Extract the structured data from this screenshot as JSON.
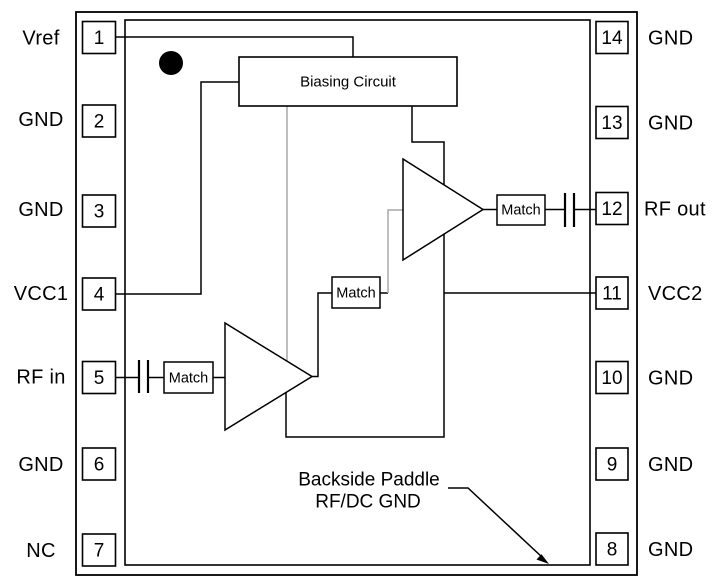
{
  "diagram": {
    "type": "ic-functional-block-diagram",
    "pins_left": [
      {
        "num": "1",
        "label": "Vref"
      },
      {
        "num": "2",
        "label": "GND"
      },
      {
        "num": "3",
        "label": "GND"
      },
      {
        "num": "4",
        "label": "VCC1"
      },
      {
        "num": "5",
        "label": "RF in"
      },
      {
        "num": "6",
        "label": "GND"
      },
      {
        "num": "7",
        "label": "NC"
      }
    ],
    "pins_right": [
      {
        "num": "14",
        "label": "GND"
      },
      {
        "num": "13",
        "label": "GND"
      },
      {
        "num": "12",
        "label": "RF out"
      },
      {
        "num": "11",
        "label": "VCC2"
      },
      {
        "num": "10",
        "label": "GND"
      },
      {
        "num": "9",
        "label": "GND"
      },
      {
        "num": "8",
        "label": "GND"
      }
    ],
    "blocks": {
      "biasing": "Biasing Circuit",
      "input_match": "Match",
      "interstage_match": "Match",
      "output_match": "Match"
    },
    "annotation": {
      "line1": "Backside Paddle",
      "line2": "RF/DC GND"
    },
    "colors": {
      "line": "#000000",
      "gray_wire": "#a9a9a9",
      "background": "#ffffff"
    }
  }
}
